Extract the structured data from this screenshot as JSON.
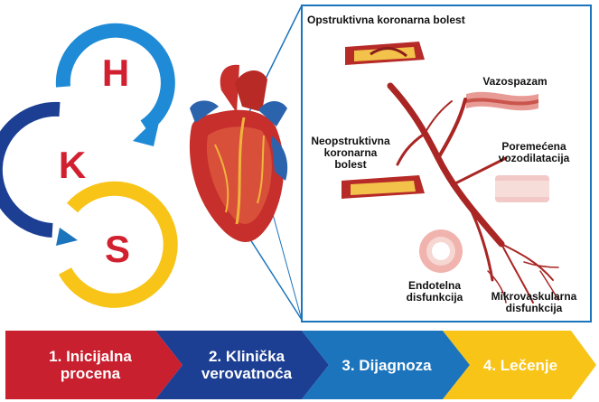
{
  "colors": {
    "red": "#c8202f",
    "navy": "#1c3f94",
    "blue": "#1c74bc",
    "yellow": "#f7c417",
    "letter_red": "#d1202f",
    "panel_border": "#1c74bc"
  },
  "hks": {
    "letters": [
      "H",
      "K",
      "S"
    ]
  },
  "panel": {
    "obstructive": "Opstruktivna koronarna bolest",
    "vasospasm": "Vazospazam",
    "nonobstructive_line1": "Neopstruktivna",
    "nonobstructive_line2": "koronarna",
    "nonobstructive_line3": "bolest",
    "vasodilation_line1": "Poremećena",
    "vasodilation_line2": "vozodilatacija",
    "endothelial_line1": "Endotelna",
    "endothelial_line2": "disfunkcija",
    "microvascular_line1": "Mikrovaskularna",
    "microvascular_line2": "disfunkcija"
  },
  "steps": [
    {
      "line1": "1. Inicijalna",
      "line2": "procena"
    },
    {
      "line1": "2. Klinička",
      "line2": "verovatnoća"
    },
    {
      "line1": "3. Dijagnoza",
      "line2": ""
    },
    {
      "line1": "4. Lečenje",
      "line2": ""
    }
  ]
}
